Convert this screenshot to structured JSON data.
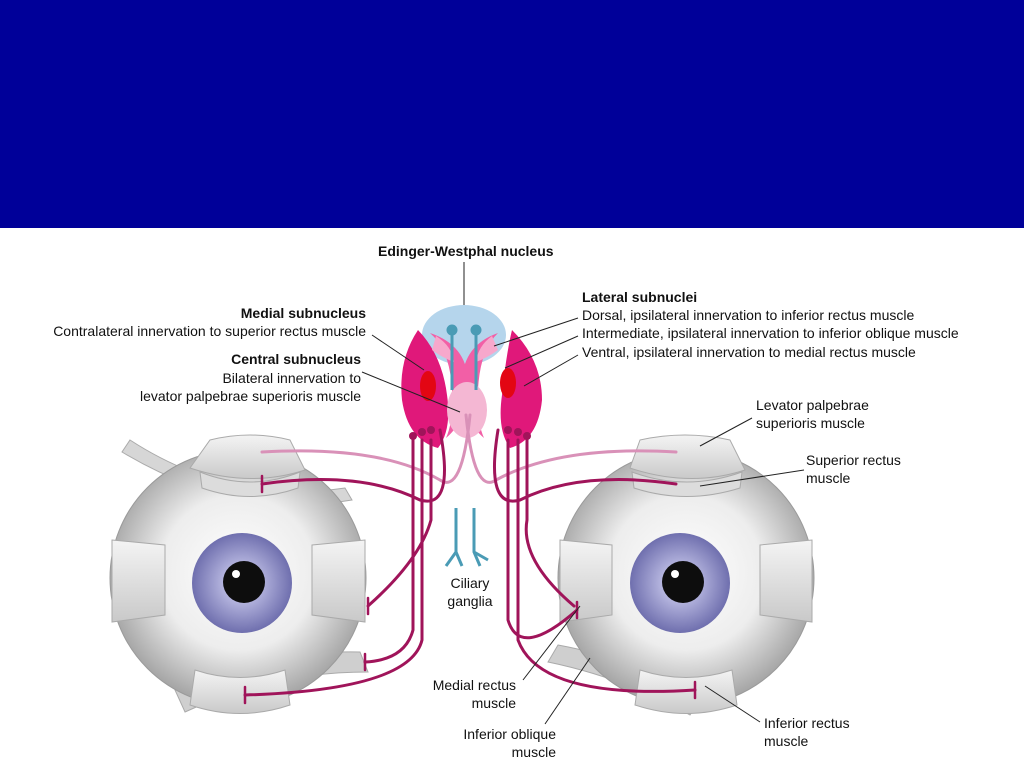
{
  "slide": {
    "banner_color": "#000099"
  },
  "labels": {
    "edinger_westphal": "Edinger-Westphal nucleus",
    "medial_title": "Medial subnucleus",
    "medial_desc": "Contralateral innervation to superior rectus muscle",
    "central_title": "Central subnucleus",
    "central_desc_1": "Bilateral innervation to",
    "central_desc_2": "levator palpebrae superioris muscle",
    "lateral_title": "Lateral subnuclei",
    "lateral_dorsal": "Dorsal, ipsilateral innervation to inferior rectus muscle",
    "lateral_intermediate": "Intermediate, ipsilateral innervation to inferior oblique muscle",
    "lateral_ventral": "Ventral, ipsilateral innervation to medial rectus muscle",
    "levator_1": "Levator palpebrae",
    "levator_2": "superioris muscle",
    "superior_rectus_1": "Superior rectus",
    "superior_rectus_2": "muscle",
    "ciliary_1": "Ciliary",
    "ciliary_2": "ganglia",
    "medial_rectus_1": "Medial rectus",
    "medial_rectus_2": "muscle",
    "inferior_oblique_1": "Inferior oblique",
    "inferior_oblique_2": "muscle",
    "inferior_rectus_1": "Inferior rectus",
    "inferior_rectus_2": "muscle"
  },
  "colors": {
    "nerve": "#a0145a",
    "nerve_light": "#d991b8",
    "ciliary_fiber": "#4a9bb5",
    "edinger_westphal_fill": "#b5d5ec",
    "medial_subnucleus": "#e0187a",
    "lateral_subnucleus": "#f25fa6",
    "red_core": "#e30613",
    "central_subnucleus": "#f4b7d3",
    "iris": "#8e8ec8",
    "sclera": "#d9d9d9",
    "muscle": "#e6e6e6"
  }
}
